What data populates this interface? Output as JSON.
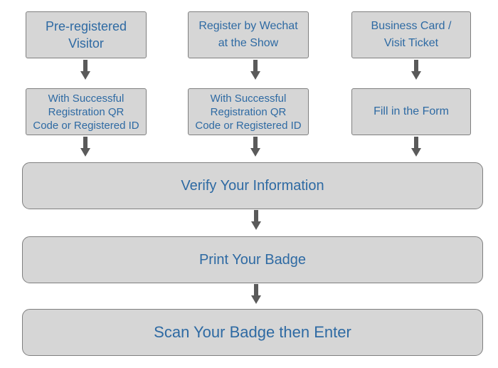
{
  "top_boxes": [
    {
      "line1": "Pre-registered",
      "line2": "Visitor"
    },
    {
      "line1": "Register by Wechat",
      "line2": "at the Show"
    },
    {
      "line1": "Business Card /",
      "line2": "Visit Ticket"
    }
  ],
  "mid_boxes": [
    {
      "line1": "With Successful",
      "line2": "Registration QR",
      "line3": "Code or Registered ID"
    },
    {
      "line1": "With Successful",
      "line2": "Registration QR",
      "line3": "Code or Registered ID"
    },
    {
      "line1": "Fill in the Form"
    }
  ],
  "steps": {
    "verify": "Verify Your Information",
    "print": "Print Your Badge",
    "enter": "Scan Your Badge then Enter"
  },
  "colors": {
    "box_fill": "#d6d6d6",
    "box_border": "#7f7f7f",
    "text": "#2e6aa3",
    "arrow": "#5a5a5a"
  }
}
